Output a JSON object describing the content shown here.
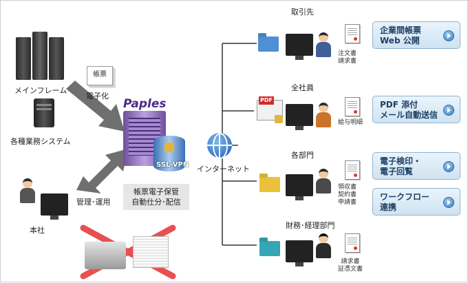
{
  "labels": {
    "mainframe": "メインフレーム",
    "digitize": "電子化",
    "digitize_doc": "帳票",
    "business_systems": "各種業務システム",
    "head_office": "本社",
    "manage_operate": "管理･運用",
    "brand": "Paples",
    "ssl_vpn": "SSL-VPN",
    "internet": "インターネット",
    "storage_box": [
      "帳票電子保管",
      "自動仕分･配信"
    ]
  },
  "recipients": [
    {
      "name": "取引先",
      "docs": [
        "注文書",
        "請求書"
      ]
    },
    {
      "name": "全社員",
      "docs": [
        "給与明細"
      ]
    },
    {
      "name": "各部門",
      "docs": [
        "領収書",
        "契約書",
        "申請書"
      ]
    },
    {
      "name": "財務･経理部門",
      "docs": [
        "請求書",
        "証憑文書"
      ]
    }
  ],
  "pdf_badge": "PDF",
  "buttons": [
    {
      "line1": "企業間帳票",
      "line2": "Web 公開"
    },
    {
      "line1": "PDF 添付",
      "line2": "メール自動送信"
    },
    {
      "line1": "電子検印・",
      "line2": "電子回覧"
    },
    {
      "line1": "ワークフロー",
      "line2": "連携"
    }
  ],
  "colors": {
    "arrow": "#6f6f6f",
    "cross": "#e85050",
    "line": "#333333",
    "button_text": "#1d3f63",
    "folder_blue": "#4f8fd6",
    "folder_yellow": "#e9c23a",
    "folder_teal": "#33a7b4"
  }
}
